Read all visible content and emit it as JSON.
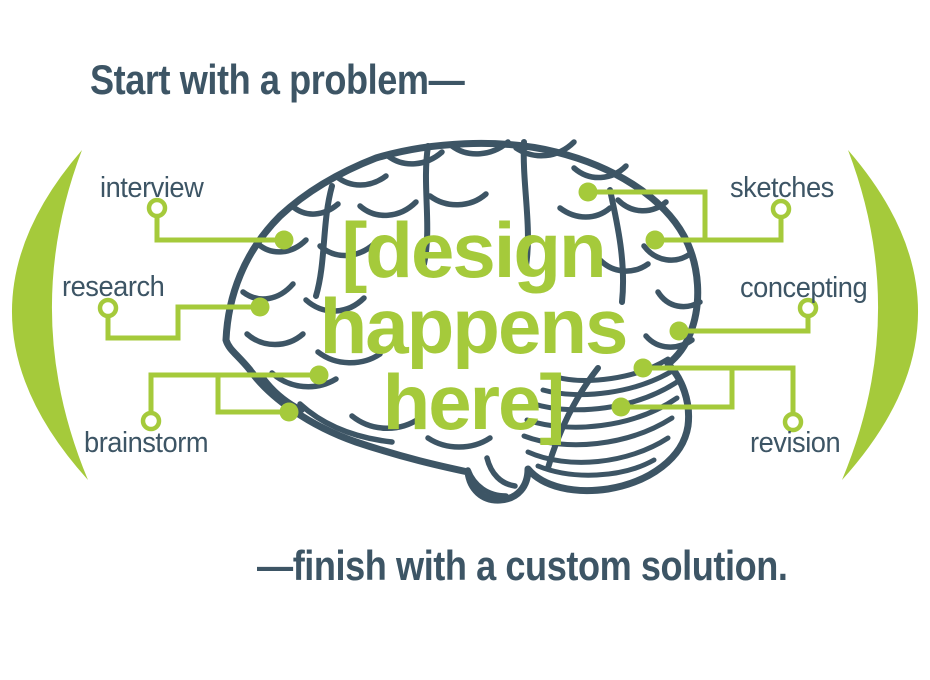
{
  "titles": {
    "top": "Start with a problem—",
    "bottom": "—finish with a custom solution."
  },
  "center_label": {
    "line1": "[design",
    "line2": "happens",
    "line3": "here]"
  },
  "process_labels": {
    "interview": "interview",
    "research": "research",
    "brainstorm": "brainstorm",
    "sketches": "sketches",
    "concepting": "concepting",
    "revision": "revision"
  },
  "graphics": {
    "brain": "side-view-brain-line-art",
    "left_parenthesis": "large-green-open-parenthesis",
    "right_parenthesis": "large-green-close-parenthesis",
    "connector_style": "circuit-line with open circle at label end and filled dot on brain"
  },
  "colors": {
    "accent_green": "#a5ca3b",
    "ink_slate": "#3d5565",
    "background": "#ffffff"
  }
}
